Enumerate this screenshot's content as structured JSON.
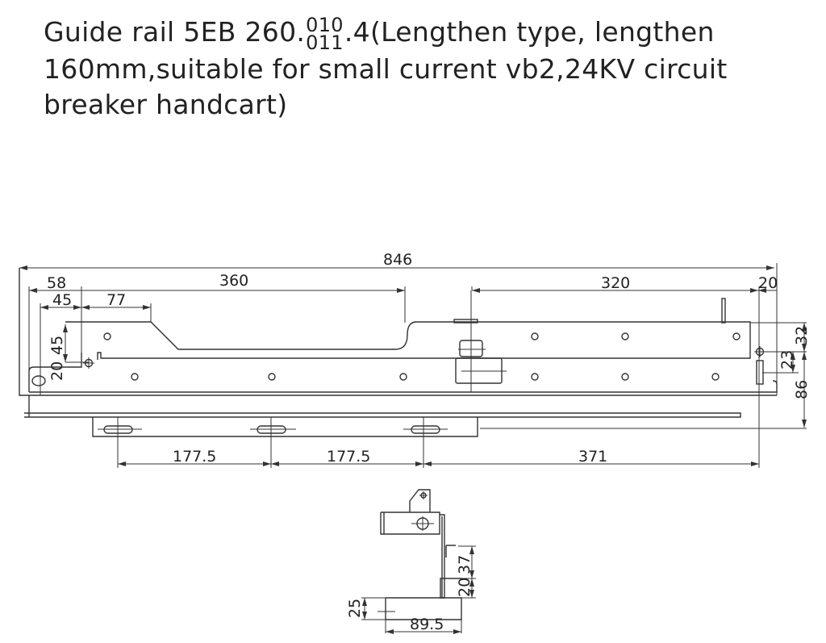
{
  "title": {
    "prefix": "Guide rail 5EB 260.",
    "frac_top": "010",
    "frac_bottom": "011",
    "suffix": ".4(Lengthen type, lengthen 160mm,suitable for small current vb2,24KV circuit breaker handcart)"
  },
  "dimensions": {
    "overall": "846",
    "d58": "58",
    "d360": "360",
    "d45h": "45",
    "d77": "77",
    "d45v": "45",
    "d20v": "20",
    "d320": "320",
    "d20h": "20",
    "d32": "32",
    "d23": "23",
    "d86": "86",
    "s1": "177.5",
    "s2": "177.5",
    "s3": "371"
  },
  "side_view": {
    "d37": "37",
    "d20": "20",
    "d25": "25",
    "d89_5": "89.5"
  }
}
